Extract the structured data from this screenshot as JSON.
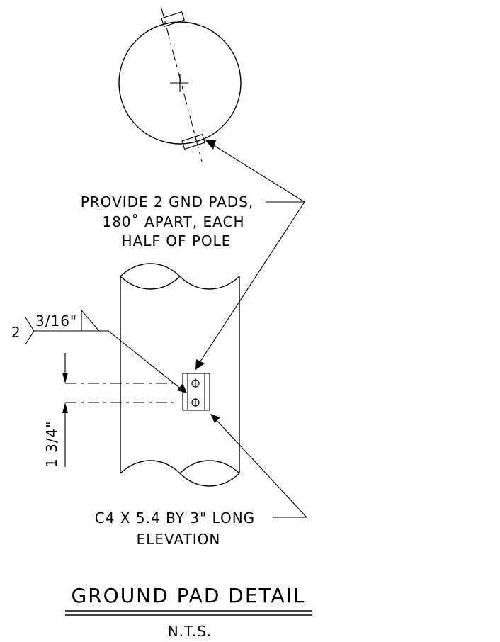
{
  "notes": {
    "pads_line1": "PROVIDE 2 GND PADS,",
    "pads_line2": "180˚ APART, EACH",
    "pads_line3": "HALF OF POLE",
    "channel_line1": "C4 X 5.4 BY 3\" LONG",
    "channel_line2": "ELEVATION"
  },
  "weld_symbol": {
    "size": "3/16\"",
    "count": "2"
  },
  "dimension": {
    "spacing": "1 3/4\""
  },
  "title_block": {
    "title": "GROUND PAD DETAIL",
    "scale": "N.T.S."
  }
}
